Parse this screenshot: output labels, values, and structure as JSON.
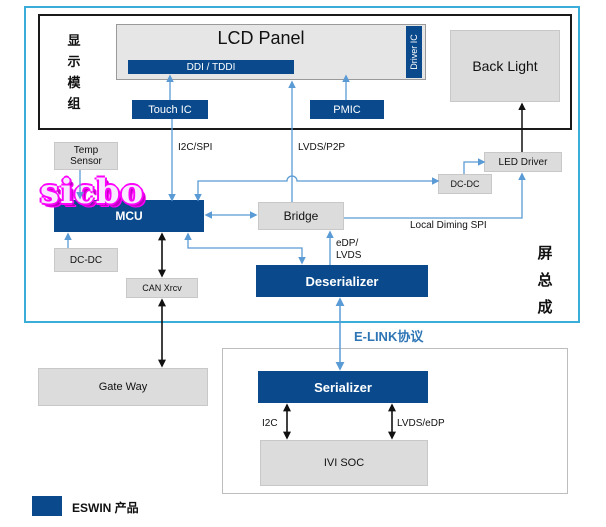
{
  "display_module": {
    "label_chars": [
      "显",
      "示",
      "模",
      "组"
    ]
  },
  "lcd_panel": {
    "title": "LCD Panel",
    "ddi": "DDI / TDDI",
    "driver_ic": "Driver IC"
  },
  "back_light": "Back Light",
  "touch_ic": "Touch IC",
  "pmic": "PMIC",
  "temp_sensor": "Temp Sensor",
  "dc_dc_left": "DC-DC",
  "dc_dc_right": "DC-DC",
  "led_driver": "LED Driver",
  "mcu": "MCU",
  "bridge": "Bridge",
  "deserializer": "Deserializer",
  "can_xrcv": "CAN Xrcv",
  "serializer": "Serializer",
  "ivi_soc": "IVI SOC",
  "gate_way": "Gate Way",
  "labels": {
    "i2c_spi": "I2C/SPI",
    "lvds_p2p": "LVDS/P2P",
    "local_dimming": "Local Diming SPI",
    "edp_lvds_1": "eDP/",
    "edp_lvds_2": "LVDS",
    "elink": "E-LINK协议",
    "i2c": "I2C",
    "lvds_edp": "LVDS/eDP"
  },
  "screen_assembly": {
    "label_chars": [
      "屏",
      "总",
      "成"
    ]
  },
  "legend": {
    "label": "ESWIN 产品",
    "color": "#0a4a8c"
  },
  "watermark": "sicbo",
  "colors": {
    "eswin_blue": "#0a4a8c",
    "screen_border": "#3aaed8",
    "arrow": "#5b9bd5"
  }
}
